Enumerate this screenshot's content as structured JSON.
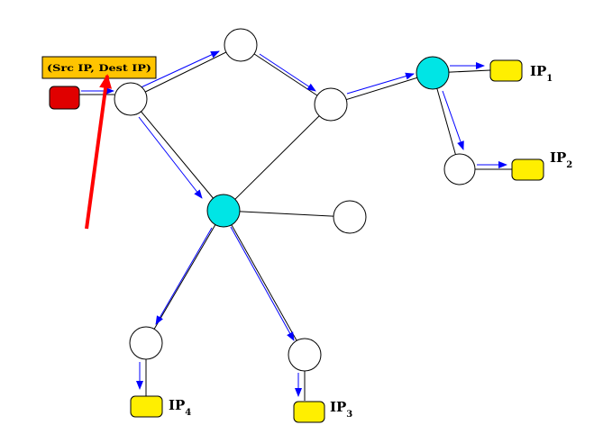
{
  "header_label": "(Src IP, Dest IP)",
  "destinations": [
    {
      "id": "ip1",
      "base": "IP",
      "sub": "1"
    },
    {
      "id": "ip2",
      "base": "IP",
      "sub": "2"
    },
    {
      "id": "ip3",
      "base": "IP",
      "sub": "3"
    },
    {
      "id": "ip4",
      "base": "IP",
      "sub": "4"
    }
  ],
  "colors": {
    "router": "#ffffff",
    "highlight_router": "#00e5e5",
    "source_host": "#e00000",
    "destination_host": "#ffef00",
    "header_box": "#ffc400",
    "flow_arrow": "#0000ff",
    "pointer_arrow": "#ff0000",
    "link": "#000000"
  },
  "icons": {
    "router": "circle",
    "source_host": "rounded-rectangle",
    "destination_host": "rounded-rectangle",
    "pointer": "arrow"
  }
}
